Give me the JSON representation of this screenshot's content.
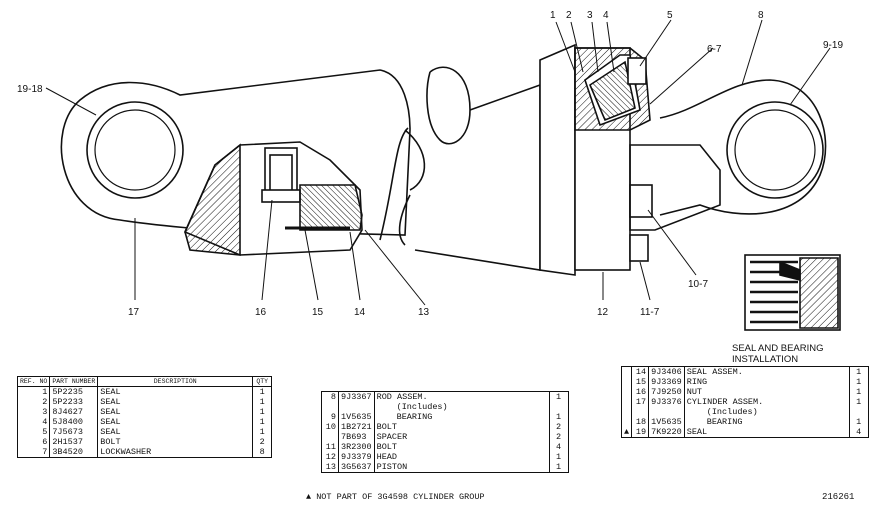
{
  "callouts": {
    "c1": "1",
    "c2": "2",
    "c3": "3",
    "c4": "4",
    "c5": "5",
    "c6": "6-7",
    "c8": "8",
    "c9": "9-19",
    "c19": "19-18",
    "c17": "17",
    "c16": "16",
    "c15": "15",
    "c14": "14",
    "c13": "13",
    "c12": "12",
    "c11": "11-7",
    "c10": "10-7"
  },
  "seal_caption": "SEAL AND BEARING INSTALLATION",
  "table_left": {
    "headers": {
      "ref": "REF. NO",
      "part": "PART NUMBER",
      "desc": "DESCRIPTION",
      "qty": "QTY"
    },
    "rows": [
      {
        "ref": "1",
        "part": "5P2235",
        "desc": "SEAL",
        "qty": "1"
      },
      {
        "ref": "2",
        "part": "5P2233",
        "desc": "SEAL",
        "qty": "1"
      },
      {
        "ref": "3",
        "part": "8J4627",
        "desc": "SEAL",
        "qty": "1"
      },
      {
        "ref": "4",
        "part": "5J8400",
        "desc": "SEAL",
        "qty": "1"
      },
      {
        "ref": "5",
        "part": "7J5673",
        "desc": "SEAL",
        "qty": "1"
      },
      {
        "ref": "6",
        "part": "2H1537",
        "desc": "BOLT",
        "qty": "2"
      },
      {
        "ref": "7",
        "part": "3B4520",
        "desc": "LOCKWASHER",
        "qty": "8"
      }
    ]
  },
  "table_mid": {
    "rows": [
      {
        "ref": "8",
        "part": "9J3367",
        "desc": "ROD ASSEM.",
        "qty": "1"
      },
      {
        "ref": "",
        "part": "",
        "desc": "(Includes)",
        "qty": ""
      },
      {
        "ref": "9",
        "part": "1V5635",
        "desc": "BEARING",
        "qty": "1"
      },
      {
        "ref": "10",
        "part": "1B2721",
        "desc": "BOLT",
        "qty": "2"
      },
      {
        "ref": "",
        "part": "7B693",
        "desc": "SPACER",
        "qty": "2"
      },
      {
        "ref": "11",
        "part": "3R2300",
        "desc": "BOLT",
        "qty": "4"
      },
      {
        "ref": "12",
        "part": "9J3379",
        "desc": "HEAD",
        "qty": "1"
      },
      {
        "ref": "13",
        "part": "3G5637",
        "desc": "PISTON",
        "qty": "1"
      }
    ]
  },
  "table_right": {
    "rows": [
      {
        "mark": "",
        "ref": "14",
        "part": "9J3406",
        "desc": "SEAL ASSEM.",
        "qty": "1"
      },
      {
        "mark": "",
        "ref": "15",
        "part": "9J3369",
        "desc": "RING",
        "qty": "1"
      },
      {
        "mark": "",
        "ref": "16",
        "part": "7J9250",
        "desc": "NUT",
        "qty": "1"
      },
      {
        "mark": "",
        "ref": "17",
        "part": "9J3376",
        "desc": "CYLINDER ASSEM.",
        "qty": "1"
      },
      {
        "mark": "",
        "ref": "",
        "part": "",
        "desc": "(Includes)",
        "qty": ""
      },
      {
        "mark": "",
        "ref": "18",
        "part": "1V5635",
        "desc": "BEARING",
        "qty": "1"
      },
      {
        "mark": "▲",
        "ref": "19",
        "part": "7K9220",
        "desc": "SEAL",
        "qty": "4"
      }
    ]
  },
  "footnote": "▲ NOT PART OF 3G4598 CYLINDER GROUP",
  "figure_number": "216261"
}
